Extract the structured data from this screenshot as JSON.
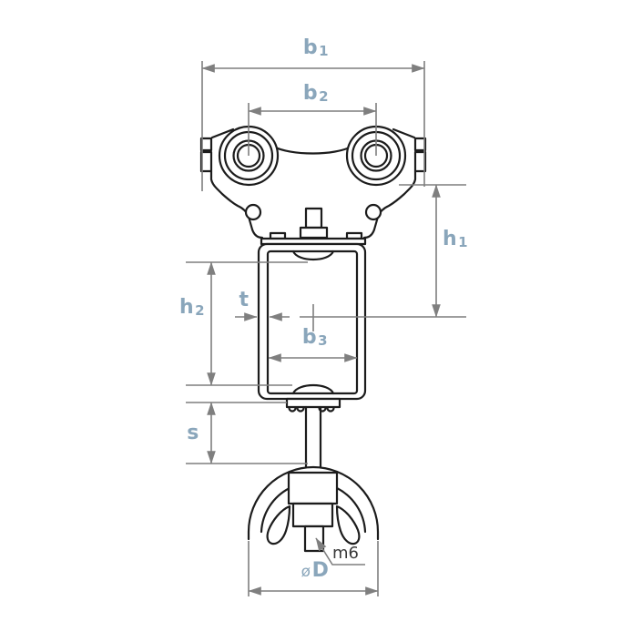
{
  "drawing": {
    "title": "trolley-with-wing-nut-dimensional-drawing",
    "labels": {
      "b1": {
        "base": "b",
        "sub": "1"
      },
      "b2": {
        "base": "b",
        "sub": "2"
      },
      "b3": {
        "base": "b",
        "sub": "3"
      },
      "h1": {
        "base": "h",
        "sub": "1"
      },
      "h2": {
        "base": "h",
        "sub": "2"
      },
      "t": {
        "base": "t",
        "sub": ""
      },
      "s": {
        "base": "s",
        "sub": ""
      },
      "dia": {
        "prefix": "ø",
        "base": "D"
      },
      "m6": {
        "text": "m6"
      }
    },
    "colors": {
      "label_blue": "#8aa6bb",
      "dimension_gray": "#7f7f7f",
      "outline_black": "#1c1c1c",
      "thread_dark": "#3a3a3a",
      "background": "#ffffff"
    }
  }
}
